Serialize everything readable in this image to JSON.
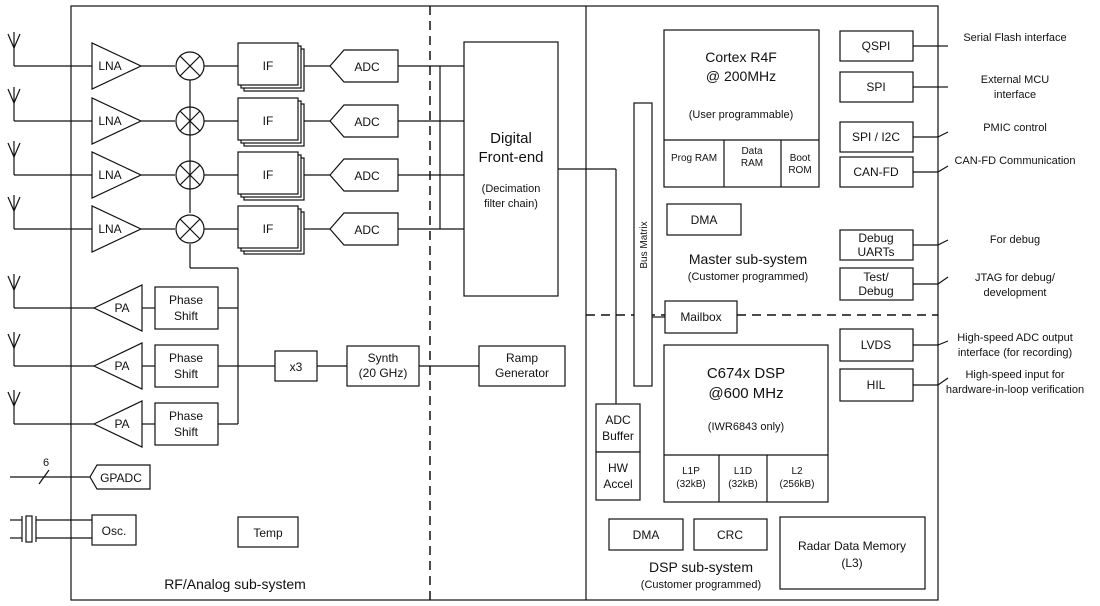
{
  "rf": {
    "lna": "LNA",
    "if": "IF",
    "adc": "ADC",
    "pa": "PA",
    "phase_shift": [
      "Phase",
      "Shift"
    ],
    "x3": "x3",
    "synth": [
      "Synth",
      "(20 GHz)"
    ],
    "ramp": [
      "Ramp",
      "Generator"
    ],
    "gpadc": "GPADC",
    "gpadc_count": "6",
    "osc": "Osc.",
    "temp": "Temp",
    "label": "RF/Analog sub-system"
  },
  "dfe": {
    "title": [
      "Digital",
      "Front-end"
    ],
    "sub": [
      "(Decimation",
      "filter chain)"
    ]
  },
  "bus_matrix": "Bus Matrix",
  "master": {
    "cpu": [
      "Cortex R4F",
      "@ 200MHz"
    ],
    "cpu_note": "(User programmable)",
    "prog_ram": "Prog RAM",
    "data_ram": [
      "Data",
      "RAM"
    ],
    "boot_rom": [
      "Boot",
      "ROM"
    ],
    "dma": "DMA",
    "label": "Master sub-system",
    "sublabel": "(Customer programmed)",
    "mailbox": "Mailbox"
  },
  "peripherals": [
    {
      "label": [
        "QSPI"
      ],
      "desc": [
        "Serial Flash interface"
      ]
    },
    {
      "label": [
        "SPI"
      ],
      "desc": [
        "External MCU",
        "interface"
      ]
    },
    {
      "label": [
        "SPI / I2C"
      ],
      "desc": [
        "PMIC control"
      ]
    },
    {
      "label": [
        "CAN-FD"
      ],
      "desc": [
        "CAN-FD Communication"
      ]
    },
    {
      "label": [
        "Debug",
        "UARTs"
      ],
      "desc": [
        "For debug"
      ]
    },
    {
      "label": [
        "Test/",
        "Debug"
      ],
      "desc": [
        "JTAG for debug/",
        "development"
      ]
    },
    {
      "label": [
        "LVDS"
      ],
      "desc": [
        "High-speed ADC output",
        "interface (for recording)"
      ]
    },
    {
      "label": [
        "HIL"
      ],
      "desc": [
        "High-speed input for",
        "hardware-in-loop verification"
      ]
    }
  ],
  "dsp": {
    "adc_buffer": [
      "ADC",
      "Buffer"
    ],
    "hw_accel": [
      "HW",
      "Accel"
    ],
    "title": [
      "C674x DSP",
      "@600 MHz"
    ],
    "note": "(IWR6843 only)",
    "l1p": [
      "L1P",
      "(32kB)"
    ],
    "l1d": [
      "L1D",
      "(32kB)"
    ],
    "l2": [
      "L2",
      "(256kB)"
    ],
    "dma": "DMA",
    "crc": "CRC",
    "radar_mem": [
      "Radar Data Memory",
      "(L3)"
    ],
    "label": "DSP sub-system",
    "sublabel": "(Customer programmed)"
  }
}
